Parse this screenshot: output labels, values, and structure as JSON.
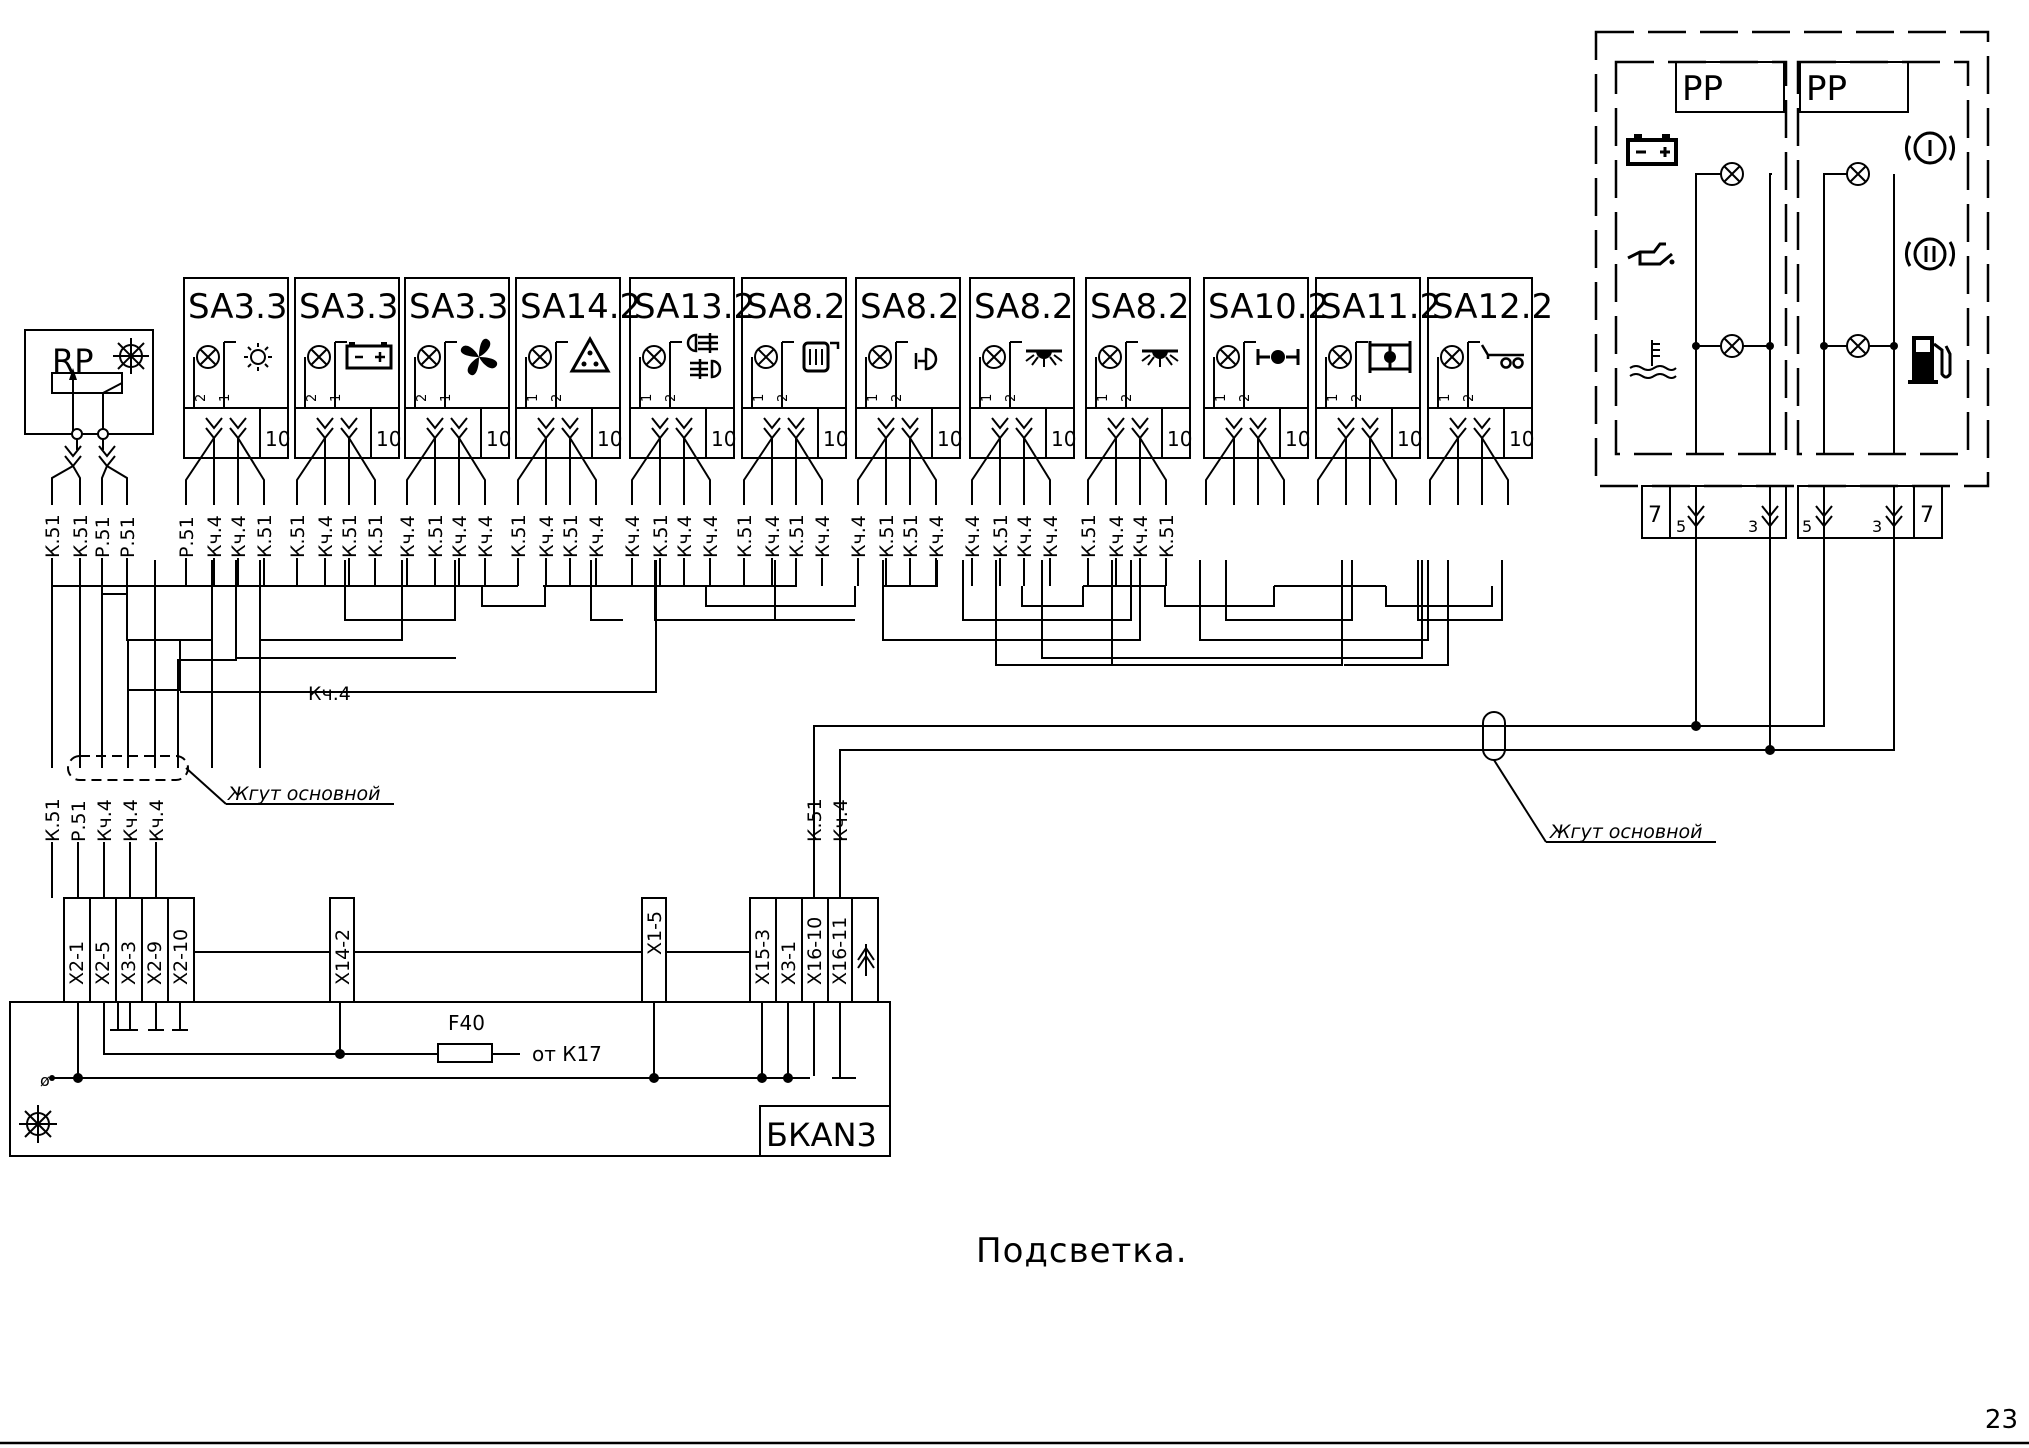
{
  "caption": "Подсветка.",
  "page_number": "23",
  "regulator": {
    "label": "RP"
  },
  "switches": [
    {
      "title": "SA3.3",
      "icon": "sun-icon",
      "pins": [
        "2",
        "1"
      ],
      "lamp_pin": "10"
    },
    {
      "title": "SA3.3",
      "icon": "battery-icon",
      "pins": [
        "2",
        "1"
      ],
      "lamp_pin": "10"
    },
    {
      "title": "SA3.3",
      "icon": "fan-icon",
      "pins": [
        "2",
        "1"
      ],
      "lamp_pin": "10"
    },
    {
      "title": "SA14.2",
      "icon": "hazard-triangle-icon",
      "pins": [
        "1",
        "2"
      ],
      "lamp_pin": "10"
    },
    {
      "title": "SA13.2",
      "icon": "fog-light-icon",
      "pins": [
        "1",
        "2"
      ],
      "lamp_pin": "10"
    },
    {
      "title": "SA8.2",
      "icon": "rear-window-heater-icon",
      "pins": [
        "1",
        "2"
      ],
      "lamp_pin": "10"
    },
    {
      "title": "SA8.2",
      "icon": "horn-icon",
      "pins": [
        "1",
        "2"
      ],
      "lamp_pin": "10"
    },
    {
      "title": "SA8.2",
      "icon": "work-light-icon",
      "pins": [
        "1",
        "2"
      ],
      "lamp_pin": "10"
    },
    {
      "title": "SA8.2",
      "icon": "work-light-icon",
      "pins": [
        "1",
        "2"
      ],
      "lamp_pin": "10"
    },
    {
      "title": "SA10.2",
      "icon": "differential-lock-icon",
      "pins": [
        "1",
        "2"
      ],
      "lamp_pin": "10"
    },
    {
      "title": "SA11.2",
      "icon": "axle-lock-icon",
      "pins": [
        "1",
        "2"
      ],
      "lamp_pin": "10"
    },
    {
      "title": "SA12.2",
      "icon": "trailer-icon",
      "pins": [
        "1",
        "2"
      ],
      "lamp_pin": "10"
    }
  ],
  "wire_labels_top": [
    "К.51",
    "К.51",
    "Р.51",
    "Р.51",
    "Р.51",
    "Кч.4",
    "Кч.4",
    "К.51",
    "К.51",
    "Кч.4",
    "К.51",
    "К.51",
    "Кч.4",
    "К.51",
    "Кч.4",
    "Кч.4",
    "К.51",
    "Кч.4",
    "К.51",
    "Кч.4",
    "Кч.4",
    "К.51",
    "Кч.4",
    "Кч.4",
    "К.51",
    "Кч.4",
    "К.51",
    "Кч.4",
    "Кч.4",
    "К.51",
    "К.51",
    "Кч.4",
    "Кч.4",
    "К.51",
    "Кч.4",
    "Кч.4",
    "К.51",
    "Кч.4",
    "Кч.4",
    "К.51"
  ],
  "mid_wire_label": "Кч.4",
  "harness_label_left": "Жгут основной",
  "harness_label_right": "Жгут основной",
  "left_bundle_labels": [
    "К.51",
    "Р.51",
    "Кч.4",
    "Кч.4",
    "Кч.4"
  ],
  "right_bundle_labels": [
    "К.51",
    "Кч.4"
  ],
  "connectors_left": [
    "X2-1",
    "X2-5",
    "X3-3",
    "X2-9",
    "X2-10"
  ],
  "connector_x14": "X14-2",
  "connector_x1": "X1-5",
  "connectors_right": [
    "X15-3",
    "X3-1",
    "X16-10",
    "X16-11"
  ],
  "fuse_label": "F40",
  "fuse_source": "от К17",
  "module_label": "БКАN3",
  "panel": {
    "blocks": [
      {
        "label": "РР",
        "connector_pins": [
          "7",
          "5",
          "3"
        ]
      },
      {
        "label": "РР",
        "connector_pins": [
          "5",
          "3",
          "7"
        ]
      }
    ],
    "left_icons": [
      "battery-charge-icon",
      "oil-pressure-icon",
      "coolant-temperature-icon"
    ],
    "right_icons": [
      "circuit-one-icon",
      "circuit-two-icon",
      "fuel-pump-icon"
    ]
  }
}
